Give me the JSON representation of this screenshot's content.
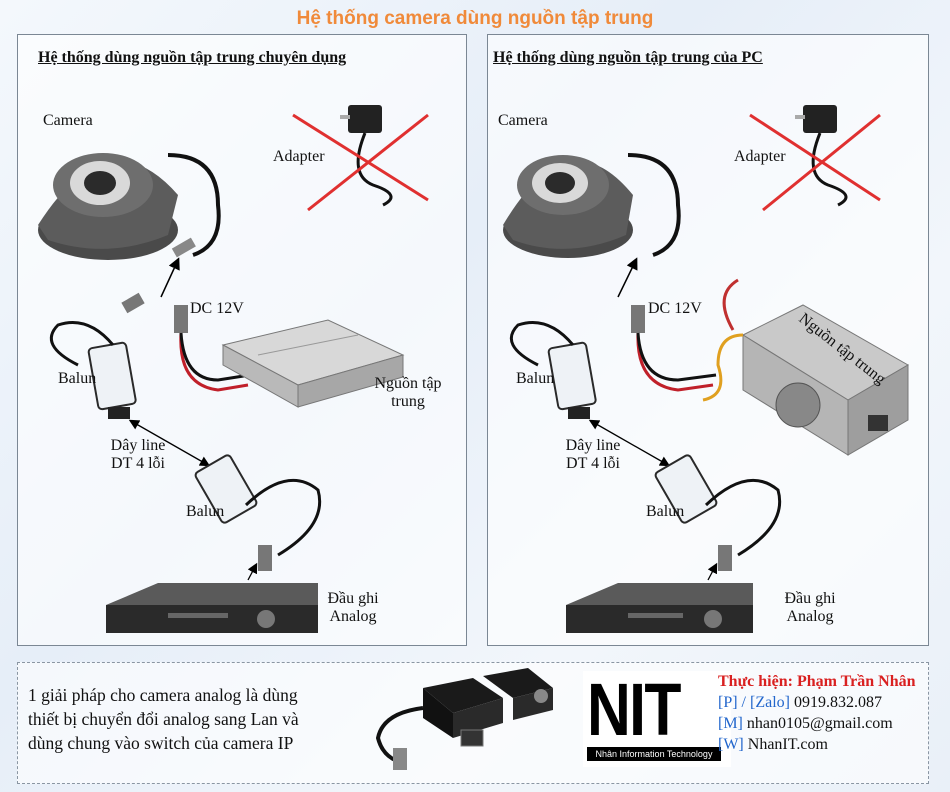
{
  "title": "Hệ thống camera dùng nguồn tập trung",
  "left_panel": {
    "heading": "Hệ thống dùng nguồn tập trung chuyên dụng",
    "camera": "Camera",
    "adapter": "Adapter",
    "dc": "DC 12V",
    "balun_top": "Balun",
    "psu_line1": "Nguồn tập",
    "psu_line2": "trung",
    "cable_line1": "Dây line",
    "cable_line2": "DT 4 lỗi",
    "balun_bottom": "Balun",
    "recorder_line1": "Đầu ghi",
    "recorder_line2": "Analog"
  },
  "right_panel": {
    "heading": "Hệ thống dùng nguồn tập trung của PC",
    "camera": "Camera",
    "adapter": "Adapter",
    "dc": "DC 12V",
    "balun_top": "Balun",
    "psu": "Nguồn tập trung",
    "cable_line1": "Dây line",
    "cable_line2": "DT 4 lỗi",
    "balun_bottom": "Balun",
    "recorder_line1": "Đầu ghi",
    "recorder_line2": "Analog"
  },
  "footer": {
    "description_line1": "1 giải pháp cho camera analog là dùng",
    "description_line2": "thiết bị chuyển đổi analog sang Lan và",
    "description_line3": "dùng chung vào switch của camera IP",
    "logo_letters": "NIT",
    "logo_caption": "Nhân Information Technology",
    "author": "Thực hiện: Phạm Trần Nhân",
    "phone_key": "[P] / [Zalo]",
    "phone": "0919.832.087",
    "mail_key": "[M]",
    "mail": "nhan0105@gmail.com",
    "web_key": "[W]",
    "web": "NhanIT.com"
  },
  "colors": {
    "title": "#f08a3a",
    "author": "#d92020",
    "key": "#2266cc",
    "cross": "#e03030"
  }
}
